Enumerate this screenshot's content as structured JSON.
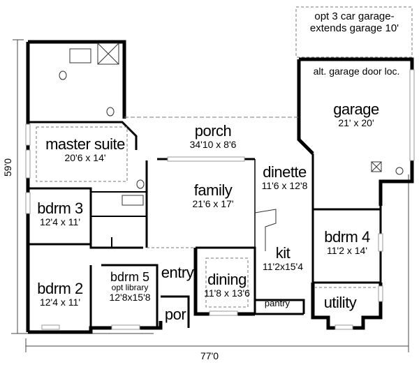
{
  "plan": {
    "overall_width": "77'0",
    "overall_depth": "59'0",
    "notes": {
      "opt_garage_line1": "opt 3 car garage-",
      "opt_garage_line2": "extends garage 10'",
      "alt_door": "alt. garage door loc."
    },
    "rooms": {
      "master_suite": {
        "name": "master suite",
        "dim": "20'6 x 14'"
      },
      "porch": {
        "name": "porch",
        "dim": "34'10 x 8'6"
      },
      "garage": {
        "name": "garage",
        "dim": "21' x 20'"
      },
      "family": {
        "name": "family",
        "dim": "21'6 x 17'"
      },
      "dinette": {
        "name": "dinette",
        "dim": "11'6 x 12'8"
      },
      "bdrm3": {
        "name": "bdrm 3",
        "dim": "12'4 x 11'"
      },
      "bdrm4": {
        "name": "bdrm 4",
        "dim": "11'2 x 14'"
      },
      "kit": {
        "name": "kit",
        "dim": "11'2x15'4"
      },
      "bdrm2": {
        "name": "bdrm 2",
        "dim": "12'4 x 11'"
      },
      "bdrm5": {
        "name": "bdrm 5",
        "sub": "opt library",
        "dim": "12'8x15'8"
      },
      "entry": {
        "name": "entry"
      },
      "dining": {
        "name": "dining",
        "dim": "11'8 x 13'6"
      },
      "por": {
        "name": "por"
      },
      "pantry": {
        "name": "pantry"
      },
      "utility": {
        "name": "utility"
      }
    },
    "colors": {
      "wall": "#000000",
      "dashed": "#777777",
      "window": "#bbbbbb",
      "background": "#ffffff"
    }
  }
}
